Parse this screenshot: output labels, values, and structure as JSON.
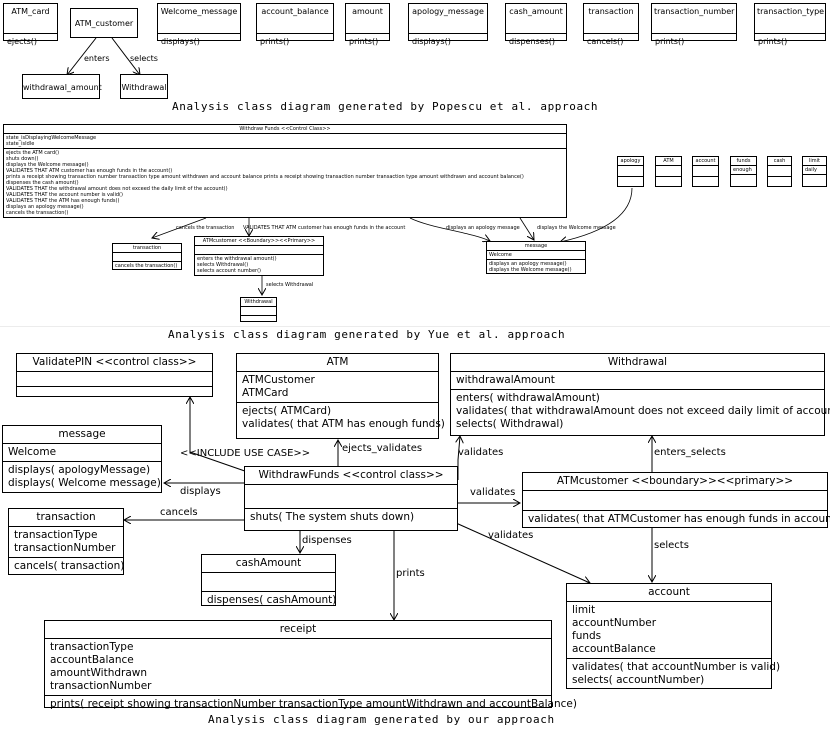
{
  "diagram1": {
    "caption": "Analysis class diagram generated by Popescu et al. approach",
    "classes": {
      "atm_card": {
        "name": "ATM_card",
        "op": "ejects()"
      },
      "atm_customer": {
        "name": "ATM_customer"
      },
      "welcome_message": {
        "name": "Welcome_message",
        "op": "displays()"
      },
      "account_balance": {
        "name": "account_balance",
        "op": "prints()"
      },
      "amount": {
        "name": "amount",
        "op": "prints()"
      },
      "apology_message": {
        "name": "apology_message",
        "op": "displays()"
      },
      "cash_amount": {
        "name": "cash_amount",
        "op": "dispenses()"
      },
      "transaction": {
        "name": "transaction",
        "op": "cancels()"
      },
      "transaction_number": {
        "name": "transaction_number",
        "op": "prints()"
      },
      "transaction_type": {
        "name": "transaction_type",
        "op": "prints()"
      },
      "withdrawal_amount": {
        "name": "withdrawal_amount"
      },
      "withdrawal": {
        "name": "Withdrawal"
      }
    },
    "edges": {
      "enters": "enters",
      "selects": "selects"
    }
  },
  "diagram2": {
    "caption": "Analysis class diagram generated by Yue et al. approach",
    "withdraw_funds": {
      "title": "Withdraw Funds <<Control Class>>",
      "attrs": [
        "state_isDisplayingWelcomeMessage",
        "state_isIdle"
      ],
      "ops": [
        "ejects the ATM card()",
        "shuts down()",
        "displays the Welcome message()",
        "VALIDATES THAT ATM customer has enough funds in the account()",
        "prints a receipt showing transaction number transaction type amount withdrawn and account balance prints a receipt showing transaction number transaction type amount withdrawn and account balance()",
        "dispenses the cash amount()",
        "VALIDATES THAT the withdrawal amount does not exceed the daily limit of the account()",
        "VALIDATES THAT the account number is valid()",
        "VALIDATES THAT the ATM has enough funds()",
        "displays an apology message()",
        "cancels the transaction()"
      ]
    },
    "small_classes": [
      "apology",
      "ATM",
      "account",
      "funds",
      "cash",
      "limit"
    ],
    "small_attrs": {
      "funds": "enough",
      "limit": "daily"
    },
    "transaction": {
      "title": "transaction",
      "op": "cancels the transaction()"
    },
    "atm_customer": {
      "title": "ATMcustomer <<Boundary>><<Primary>>",
      "ops": [
        "enters the withdrawal amount()",
        "selects Withdrawal()",
        "selects account number()"
      ]
    },
    "withdrawal": {
      "title": "Withdrawal"
    },
    "message": {
      "title": "message",
      "attr": "Welcome",
      "ops": [
        "displays an apology message()",
        "displays the Welcome message()"
      ]
    },
    "edge_labels": {
      "cancels": "cancels the transaction",
      "validates": "VALIDATES THAT ATM customer has enough funds in the account",
      "apology": "displays an apology message",
      "welcome": "displays the Welcome message",
      "selects": "selects Withdrawal"
    }
  },
  "diagram3": {
    "caption": "Analysis class diagram generated by our approach",
    "validate_pin": {
      "title": "ValidatePIN <<control class>>"
    },
    "atm": {
      "title": "ATM",
      "attrs": [
        "ATMCustomer",
        "ATMCard"
      ],
      "ops": [
        "ejects( ATMCard)",
        "validates( that ATM has enough funds)"
      ]
    },
    "withdrawal": {
      "title": "Withdrawal",
      "attrs": [
        "withdrawalAmount"
      ],
      "ops": [
        "enters( withdrawalAmount)",
        "validates( that withdrawalAmount does not exceed daily limit of account)",
        "selects( Withdrawal)"
      ]
    },
    "message": {
      "title": "message",
      "attrs": [
        "Welcome"
      ],
      "ops": [
        "displays( apologyMessage)",
        "displays( Welcome message)"
      ]
    },
    "withdraw_funds": {
      "title": "WithdrawFunds <<control class>>",
      "ops": [
        "shuts( The system shuts down)"
      ]
    },
    "atm_customer": {
      "title": "ATMcustomer <<boundary>><<primary>>",
      "ops": [
        "validates( that ATMCustomer has enough funds in account)"
      ]
    },
    "transaction": {
      "title": "transaction",
      "attrs": [
        "transactionType",
        "transactionNumber"
      ],
      "ops": [
        "cancels( transaction)"
      ]
    },
    "cash_amount": {
      "title": "cashAmount",
      "ops": [
        "dispenses( cashAmount)"
      ]
    },
    "receipt": {
      "title": "receipt",
      "attrs": [
        "transactionType",
        "accountBalance",
        "amountWithdrawn",
        "transactionNumber"
      ],
      "ops": [
        "prints( receipt showing transactionNumber transactionType amountWithdrawn and accountBalance)"
      ]
    },
    "account": {
      "title": "account",
      "attrs": [
        "limit",
        "accountNumber",
        "funds",
        "accountBalance"
      ],
      "ops": [
        "validates( that accountNumber is valid)",
        "selects( accountNumber)"
      ]
    },
    "edge_labels": {
      "include": "<<INCLUDE USE CASE>>",
      "ejects_validates": "ejects_validates",
      "validates_withdrawal": "validates",
      "enters_selects": "enters_selects",
      "displays": "displays",
      "validates_customer": "validates",
      "cancels": "cancels",
      "dispenses": "dispenses",
      "prints": "prints",
      "validates_account": "validates",
      "selects": "selects"
    }
  }
}
